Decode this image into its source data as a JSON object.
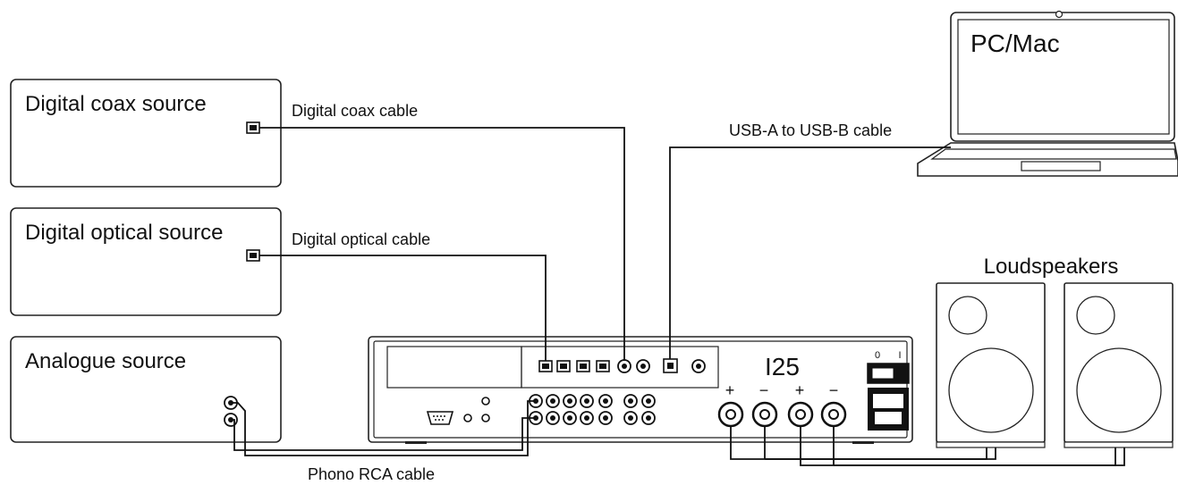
{
  "sources": {
    "coax": "Digital coax source",
    "optical": "Digital optical source",
    "analogue": "Analogue source"
  },
  "computer": "PC/Mac",
  "cables": {
    "coax": "Digital coax cable",
    "optical": "Digital optical cable",
    "usb": "USB-A to USB-B cable",
    "phono": "Phono RCA cable"
  },
  "amplifier": {
    "model": "I25",
    "polarity_plus": "+",
    "polarity_minus": "−",
    "power_off": "0",
    "power_on": "I"
  },
  "speakers": "Loudspeakers"
}
